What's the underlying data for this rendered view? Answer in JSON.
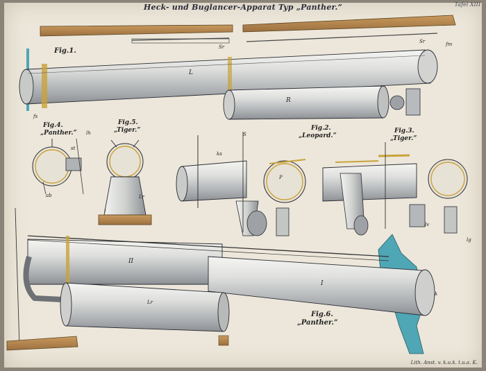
{
  "header": {
    "title": "Heck- und Buglancer-Apparat Typ „Panther.”",
    "plate_number": "Tafel XIII"
  },
  "figures": {
    "fig1": "Fig.1.",
    "fig2_title": "Fig.2.",
    "fig2_sub": "„Leopard.”",
    "fig3_title": "Fig.3.",
    "fig3_sub": "„Tiger.”",
    "fig4_title": "Fig.4.",
    "fig4_sub": "„Panther.”",
    "fig5_title": "Fig.5.",
    "fig5_sub": "„Tiger.”",
    "fig6_title": "Fig.6.",
    "fig6_sub": "„Panther.”"
  },
  "labels": {
    "sr": "Sr",
    "sr2": "Sr",
    "fm": "fm",
    "l": "L",
    "r": "R",
    "fs": "fs",
    "ks": "ks",
    "lh": "lh",
    "st": "st",
    "ab": "ab",
    "p": "P",
    "lr": "Lr",
    "t": "t",
    "s": "S",
    "i": "I",
    "ii": "II",
    "lr6": "Lr",
    "k": "k",
    "lv": "lv",
    "lg": "lg"
  },
  "footer": {
    "credit": "Lith. Anst. v. k.u.k. t.u.a. K."
  },
  "colors": {
    "paper": "#ece7da",
    "cylinder": "#d7d8d6",
    "shade": "#9ea2a6",
    "wood": "#b98a4f",
    "brass": "#c9a23a",
    "hull_teal": "#4fa6b4",
    "ink": "#2a2a33"
  }
}
